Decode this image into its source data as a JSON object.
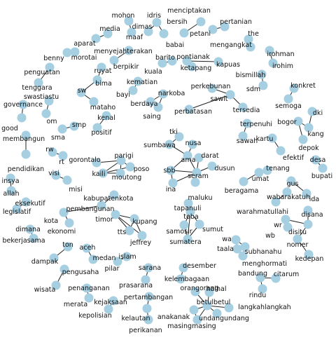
{
  "colors": {
    "node": "#a6cfe2",
    "edge": "#222222",
    "background": "#ffffff"
  },
  "nodes": [
    {
      "id": "mohon",
      "label": "mohon"
    },
    {
      "id": "idris",
      "label": "idris"
    },
    {
      "id": "menciptakan",
      "label": "menciptakan"
    },
    {
      "id": "media",
      "label": "media"
    },
    {
      "id": "dimas",
      "label": "dimas"
    },
    {
      "id": "bersih",
      "label": "bersih"
    },
    {
      "id": "pertanian",
      "label": "pertanian"
    },
    {
      "id": "maaf",
      "label": "maaf"
    },
    {
      "id": "babai",
      "label": "babai"
    },
    {
      "id": "petani",
      "label": "petani"
    },
    {
      "id": "the",
      "label": "the"
    },
    {
      "id": "aparat",
      "label": "aparat"
    },
    {
      "id": "mengangkat",
      "label": "mengangkat"
    },
    {
      "id": "benny",
      "label": "benny"
    },
    {
      "id": "morotai",
      "label": "morotai"
    },
    {
      "id": "menyejahterakan",
      "label": "menyejahterakan"
    },
    {
      "id": "irohman",
      "label": "irohman"
    },
    {
      "id": "pontianak",
      "label": "pontianak"
    },
    {
      "id": "barito",
      "label": "barito"
    },
    {
      "id": "irohim",
      "label": "irohim"
    },
    {
      "id": "berpikir",
      "label": "berpikir"
    },
    {
      "id": "kapuas",
      "label": "kapuas"
    },
    {
      "id": "penguatan",
      "label": "penguatan"
    },
    {
      "id": "ruyat",
      "label": "ruyat"
    },
    {
      "id": "kuala",
      "label": "kuala"
    },
    {
      "id": "ketapang",
      "label": "ketapang"
    },
    {
      "id": "bismillah",
      "label": "bismillah"
    },
    {
      "id": "tenggara",
      "label": "tenggara"
    },
    {
      "id": "bima",
      "label": "bima"
    },
    {
      "id": "kematian",
      "label": "kematian"
    },
    {
      "id": "perkebunan",
      "label": "perkebunan"
    },
    {
      "id": "sdm",
      "label": "sdm"
    },
    {
      "id": "konkret",
      "label": "konkret"
    },
    {
      "id": "swastiastu",
      "label": "swastiastu"
    },
    {
      "id": "sw",
      "label": "sw"
    },
    {
      "id": "bayi",
      "label": "bayi"
    },
    {
      "id": "narkoba",
      "label": "narkoba"
    },
    {
      "id": "sawit",
      "label": "sawit"
    },
    {
      "id": "governance",
      "label": "governance"
    },
    {
      "id": "mataho",
      "label": "mataho"
    },
    {
      "id": "berdaya",
      "label": "berdaya"
    },
    {
      "id": "semoga",
      "label": "semoga"
    },
    {
      "id": "tersedia",
      "label": "tersedia"
    },
    {
      "id": "om",
      "label": "om"
    },
    {
      "id": "saing",
      "label": "saing"
    },
    {
      "id": "perbatasan",
      "label": "perbatasan"
    },
    {
      "id": "dki",
      "label": "dki"
    },
    {
      "id": "good",
      "label": "good"
    },
    {
      "id": "kenal",
      "label": "kenal"
    },
    {
      "id": "smp",
      "label": "smp"
    },
    {
      "id": "bogor",
      "label": "bogor"
    },
    {
      "id": "terpenuhi",
      "label": "terpenuhi"
    },
    {
      "id": "kang",
      "label": "kang"
    },
    {
      "id": "membangun",
      "label": "membangun"
    },
    {
      "id": "sma",
      "label": "sma"
    },
    {
      "id": "positif",
      "label": "positif"
    },
    {
      "id": "sawah",
      "label": "sawah"
    },
    {
      "id": "depok",
      "label": "depok"
    },
    {
      "id": "tki",
      "label": "tki"
    },
    {
      "id": "kartu",
      "label": "kartu"
    },
    {
      "id": "sumbawa",
      "label": "sumbawa"
    },
    {
      "id": "nusa",
      "label": "nusa"
    },
    {
      "id": "efektif",
      "label": "efektif"
    },
    {
      "id": "pendidikan",
      "label": "pendidikan"
    },
    {
      "id": "rw",
      "label": "rw"
    },
    {
      "id": "darat",
      "label": "darat"
    },
    {
      "id": "desa",
      "label": "desa"
    },
    {
      "id": "ama",
      "label": "ama"
    },
    {
      "id": "gorontalo",
      "label": "gorontalo"
    },
    {
      "id": "parigi",
      "label": "parigi"
    },
    {
      "id": "rt",
      "label": "rt"
    },
    {
      "id": "dusun",
      "label": "dusun"
    },
    {
      "id": "tenang",
      "label": "tenang"
    },
    {
      "id": "poso",
      "label": "poso"
    },
    {
      "id": "bupati",
      "label": "bupati"
    },
    {
      "id": "sbb",
      "label": "sbb"
    },
    {
      "id": "seram",
      "label": "seram"
    },
    {
      "id": "kaili",
      "label": "kaili"
    },
    {
      "id": "moutong",
      "label": "moutong"
    },
    {
      "id": "umat",
      "label": "umat"
    },
    {
      "id": "visi",
      "label": "visi"
    },
    {
      "id": "beragama",
      "label": "beragama"
    },
    {
      "id": "insya",
      "label": "insya"
    },
    {
      "id": "misi",
      "label": "misi"
    },
    {
      "id": "ina",
      "label": "ina"
    },
    {
      "id": "maluku",
      "label": "maluku"
    },
    {
      "id": "gus",
      "label": "gus"
    },
    {
      "id": "allah",
      "label": "allah"
    },
    {
      "id": "wabarakatuh",
      "label": "wabarakatuh"
    },
    {
      "id": "ida",
      "label": "ida"
    },
    {
      "id": "eksekutif",
      "label": "eksekutif"
    },
    {
      "id": "kabupatenkota",
      "label": "kabupatenkota"
    },
    {
      "id": "tapanuli",
      "label": "tapanuli"
    },
    {
      "id": "warahmatullahi",
      "label": "warahmatullahi"
    },
    {
      "id": "legislatif",
      "label": "legislatif"
    },
    {
      "id": "pembangunan",
      "label": "pembangunan"
    },
    {
      "id": "toba",
      "label": "toba"
    },
    {
      "id": "disana",
      "label": "disana"
    },
    {
      "id": "kota",
      "label": "kota"
    },
    {
      "id": "timor",
      "label": "timor"
    },
    {
      "id": "kupang",
      "label": "kupang"
    },
    {
      "id": "wr",
      "label": "wr"
    },
    {
      "id": "samosir",
      "label": "samosir"
    },
    {
      "id": "sumut",
      "label": "sumut"
    },
    {
      "id": "disitu",
      "label": "disitu"
    },
    {
      "id": "ekonomi",
      "label": "ekonomi"
    },
    {
      "id": "wb",
      "label": "wb"
    },
    {
      "id": "dimana",
      "label": "dimana"
    },
    {
      "id": "tts",
      "label": "tts"
    },
    {
      "id": "sumatera",
      "label": "sumatera"
    },
    {
      "id": "nomer",
      "label": "nomer"
    },
    {
      "id": "bekerjasama",
      "label": "bekerjasama"
    },
    {
      "id": "jeffrey",
      "label": "jeffrey"
    },
    {
      "id": "wa",
      "label": "wa"
    },
    {
      "id": "ton",
      "label": "ton"
    },
    {
      "id": "kedepan",
      "label": "kedepan"
    },
    {
      "id": "aceh",
      "label": "aceh"
    },
    {
      "id": "taala",
      "label": "taala"
    },
    {
      "id": "subhanahu",
      "label": "subhanahu"
    },
    {
      "id": "islam",
      "label": "islam"
    },
    {
      "id": "dampak",
      "label": "dampak"
    },
    {
      "id": "medan",
      "label": "medan"
    },
    {
      "id": "menghormati",
      "label": "menghormati"
    },
    {
      "id": "pilar",
      "label": "pilar"
    },
    {
      "id": "desember",
      "label": "desember"
    },
    {
      "id": "pengusaha",
      "label": "pengusaha"
    },
    {
      "id": "sarana",
      "label": "sarana"
    },
    {
      "id": "bandung",
      "label": "bandung"
    },
    {
      "id": "citarum",
      "label": "citarum"
    },
    {
      "id": "kelembagaan",
      "label": "kelembagaan"
    },
    {
      "id": "wisata",
      "label": "wisata"
    },
    {
      "id": "prasarana",
      "label": "prasarana"
    },
    {
      "id": "rindu",
      "label": "rindu"
    },
    {
      "id": "orangorang",
      "label": "orangorang"
    },
    {
      "id": "halhal",
      "label": "halhal"
    },
    {
      "id": "penanganan",
      "label": "penanganan"
    },
    {
      "id": "pertambangan",
      "label": "pertambangan"
    },
    {
      "id": "merata",
      "label": "merata"
    },
    {
      "id": "kejaksaan",
      "label": "kejaksaan"
    },
    {
      "id": "betulbetul",
      "label": "betulbetul"
    },
    {
      "id": "langkahlangkah",
      "label": "langkahlangkah"
    },
    {
      "id": "kepolisian",
      "label": "kepolisian"
    },
    {
      "id": "kelautan",
      "label": "kelautan"
    },
    {
      "id": "anakanak",
      "label": "anakanak"
    },
    {
      "id": "undangundang",
      "label": "undangundang"
    },
    {
      "id": "perikanan",
      "label": "perikanan"
    },
    {
      "id": "masingmasing",
      "label": "masingmasing"
    }
  ],
  "edges": [
    [
      "mohon",
      "maaf"
    ],
    [
      "idris",
      "babai"
    ],
    [
      "idris",
      "dimas"
    ],
    [
      "menciptakan",
      "bersih"
    ],
    [
      "pertanian",
      "petani"
    ],
    [
      "media",
      "aparat"
    ],
    [
      "the",
      "mengangkat"
    ],
    [
      "benny",
      "morotai"
    ],
    [
      "menyejahterakan",
      "berpikir"
    ],
    [
      "irohman",
      "irohim"
    ],
    [
      "pontianak",
      "kapuas"
    ],
    [
      "pontianak",
      "ketapang"
    ],
    [
      "barito",
      "kuala"
    ],
    [
      "penguatan",
      "tenggara"
    ],
    [
      "ruyat",
      "bima"
    ],
    [
      "sw",
      "bima"
    ],
    [
      "sw",
      "mataho"
    ],
    [
      "bismillah",
      "sdm"
    ],
    [
      "kematian",
      "bayi"
    ],
    [
      "perkebunan",
      "sawit"
    ],
    [
      "sawit",
      "tersedia"
    ],
    [
      "konkret",
      "semoga"
    ],
    [
      "swastiastu",
      "om"
    ],
    [
      "narkoba",
      "berdaya"
    ],
    [
      "narkoba",
      "saing"
    ],
    [
      "governance",
      "good"
    ],
    [
      "perbatasan",
      "sawit"
    ],
    [
      "dki",
      "kang"
    ],
    [
      "bogor",
      "kang"
    ],
    [
      "bogor",
      "depok"
    ],
    [
      "kenal",
      "positif"
    ],
    [
      "smp",
      "sma"
    ],
    [
      "terpenuhi",
      "sawah"
    ],
    [
      "membangun",
      "pendidikan"
    ],
    [
      "kartu",
      "efektif"
    ],
    [
      "desa",
      "bupati"
    ],
    [
      "rw",
      "rt"
    ],
    [
      "tki",
      "sumbawa"
    ],
    [
      "sumbawa",
      "ama"
    ],
    [
      "nusa",
      "ama"
    ],
    [
      "darat",
      "seram"
    ],
    [
      "ama",
      "seram"
    ],
    [
      "ama",
      "sbb"
    ],
    [
      "seram",
      "dusun"
    ],
    [
      "seram",
      "maluku"
    ],
    [
      "seram",
      "ina"
    ],
    [
      "sbb",
      "ina"
    ],
    [
      "sbb",
      "seram"
    ],
    [
      "gorontalo",
      "parigi"
    ],
    [
      "parigi",
      "moutong"
    ],
    [
      "parigi",
      "poso"
    ],
    [
      "kaili",
      "parigi"
    ],
    [
      "kaili",
      "moutong"
    ],
    [
      "kaili",
      "poso"
    ],
    [
      "umat",
      "tenang"
    ],
    [
      "umat",
      "beragama"
    ],
    [
      "visi",
      "misi"
    ],
    [
      "insya",
      "allah"
    ],
    [
      "gus",
      "ida"
    ],
    [
      "wabarakatuh",
      "warahmatullahi"
    ],
    [
      "eksekutif",
      "legislatif"
    ],
    [
      "kabupatenkota",
      "pembangunan"
    ],
    [
      "kota",
      "ekonomi"
    ],
    [
      "kota",
      "pembangunan"
    ],
    [
      "timor",
      "kupang"
    ],
    [
      "timor",
      "tts"
    ],
    [
      "timor",
      "jeffrey"
    ],
    [
      "kupang",
      "tts"
    ],
    [
      "kupang",
      "jeffrey"
    ],
    [
      "tapanuli",
      "toba"
    ],
    [
      "toba",
      "samosir"
    ],
    [
      "toba",
      "sumut"
    ],
    [
      "toba",
      "sumatera"
    ],
    [
      "samosir",
      "sumatera"
    ],
    [
      "sumatera",
      "sumut"
    ],
    [
      "disana",
      "disitu"
    ],
    [
      "wr",
      "wb"
    ],
    [
      "wr",
      "disitu"
    ],
    [
      "disitu",
      "nomer"
    ],
    [
      "nomer",
      "kedepan"
    ],
    [
      "dimana",
      "bekerjasama"
    ],
    [
      "ton",
      "dampak"
    ],
    [
      "wa",
      "taala"
    ],
    [
      "wa",
      "subhanahu"
    ],
    [
      "taala",
      "subhanahu"
    ],
    [
      "subhanahu",
      "menghormati"
    ],
    [
      "taala",
      "menghormati"
    ],
    [
      "aceh",
      "medan"
    ],
    [
      "islam",
      "pilar"
    ],
    [
      "desember",
      "kelembagaan"
    ],
    [
      "pengusaha",
      "wisata"
    ],
    [
      "sarana",
      "prasarana"
    ],
    [
      "bandung",
      "rindu"
    ],
    [
      "bandung",
      "citarum"
    ],
    [
      "orangorang",
      "betulbetul"
    ],
    [
      "halhal",
      "betulbetul"
    ],
    [
      "betulbetul",
      "anakanak"
    ],
    [
      "betulbetul",
      "langkahlangkah"
    ],
    [
      "betulbetul",
      "undangundang"
    ],
    [
      "betulbetul",
      "masingmasing"
    ],
    [
      "anakanak",
      "masingmasing"
    ],
    [
      "penanganan",
      "merata"
    ],
    [
      "pertambangan",
      "kelautan"
    ],
    [
      "kejaksaan",
      "kepolisian"
    ],
    [
      "kelautan",
      "perikanan"
    ]
  ]
}
